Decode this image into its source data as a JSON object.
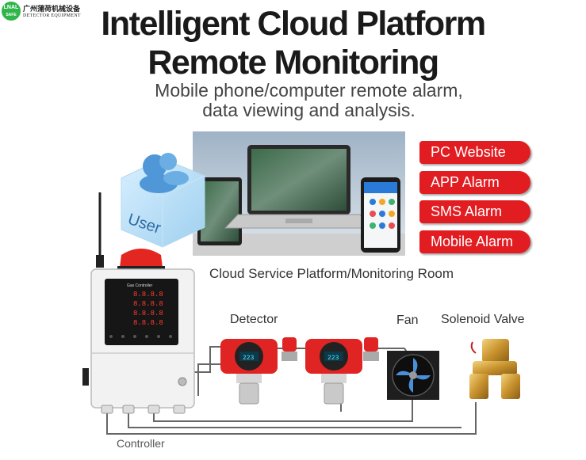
{
  "logo": {
    "badge": "LNAL",
    "badge_sub": "SAFE",
    "company_cn": "广州蒲荷机械设备",
    "company_en": "DETECTOR EQUIPMENT"
  },
  "title": {
    "line1": "Intelligent Cloud Platform",
    "line2": "Remote Monitoring"
  },
  "subtitle": {
    "line1": "Mobile phone/computer remote alarm,",
    "line2": "data viewing and analysis."
  },
  "tags": [
    "PC Website",
    "APP Alarm",
    "SMS Alarm",
    "Mobile Alarm"
  ],
  "labels": {
    "cloud": "Cloud Service Platform/Monitoring Room",
    "detector": "Detector",
    "fan": "Fan",
    "valve": "Solenoid Valve",
    "controller": "Controller"
  },
  "user_cube": {
    "text": "User"
  },
  "controller_panel": {
    "header": "Gas Controller",
    "readout": "8.8.8.8"
  },
  "detector_display": "223",
  "colors": {
    "accent_red": "#e21d22",
    "logo_green": "#2fb54a",
    "title": "#1a1a1a",
    "cube": "#bfe3f7"
  },
  "icons": [
    "cloud-user-icon",
    "laptop-icon",
    "tablet-icon",
    "phone-icon",
    "antenna-icon",
    "alarm-light-icon",
    "fan-icon",
    "valve-icon"
  ]
}
